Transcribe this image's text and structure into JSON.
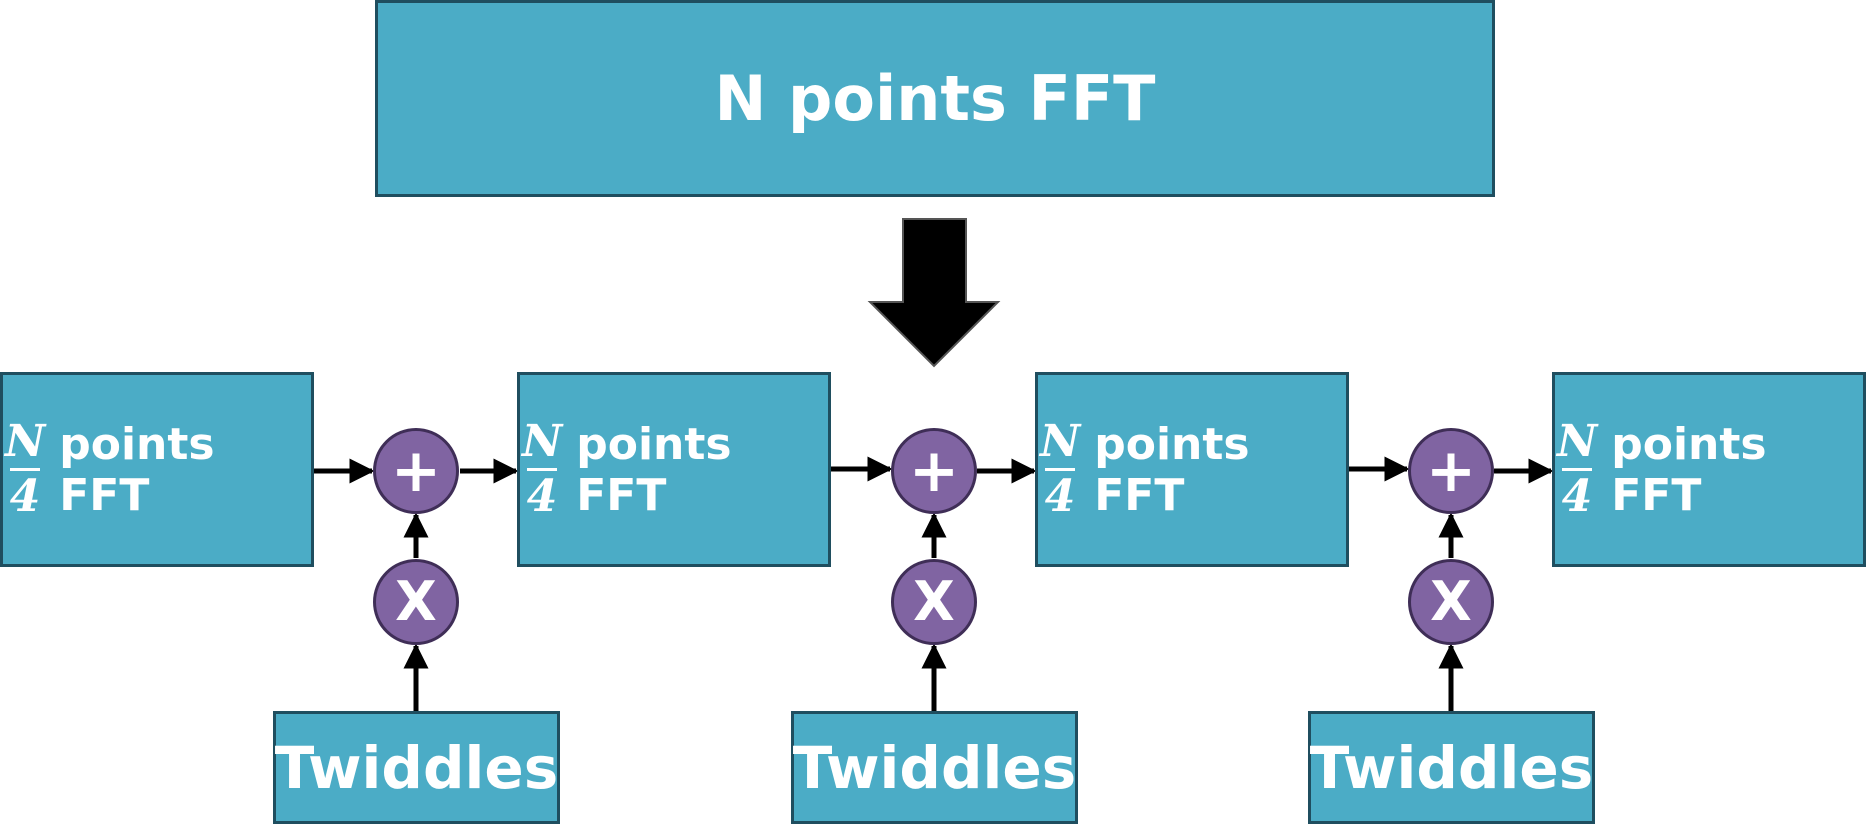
{
  "main_box": {
    "label": "N points FFT"
  },
  "stages": [
    {
      "fraction_num": "N",
      "fraction_den": "4",
      "label": "points FFT"
    },
    {
      "fraction_num": "N",
      "fraction_den": "4",
      "label": "points FFT"
    },
    {
      "fraction_num": "N",
      "fraction_den": "4",
      "label": "points FFT"
    },
    {
      "fraction_num": "N",
      "fraction_den": "4",
      "label": "points FFT"
    }
  ],
  "adders": [
    {
      "symbol": "+"
    },
    {
      "symbol": "+"
    },
    {
      "symbol": "+"
    }
  ],
  "multipliers": [
    {
      "symbol": "X"
    },
    {
      "symbol": "X"
    },
    {
      "symbol": "X"
    }
  ],
  "twiddles": [
    {
      "label": "Twiddles"
    },
    {
      "label": "Twiddles"
    },
    {
      "label": "Twiddles"
    }
  ],
  "colors": {
    "box_fill": "#4BACC6",
    "box_border": "#1F4E5F",
    "operator_fill": "#8064A2",
    "operator_border": "#3F2E57",
    "arrow": "#000000",
    "text": "#FFFFFF"
  }
}
